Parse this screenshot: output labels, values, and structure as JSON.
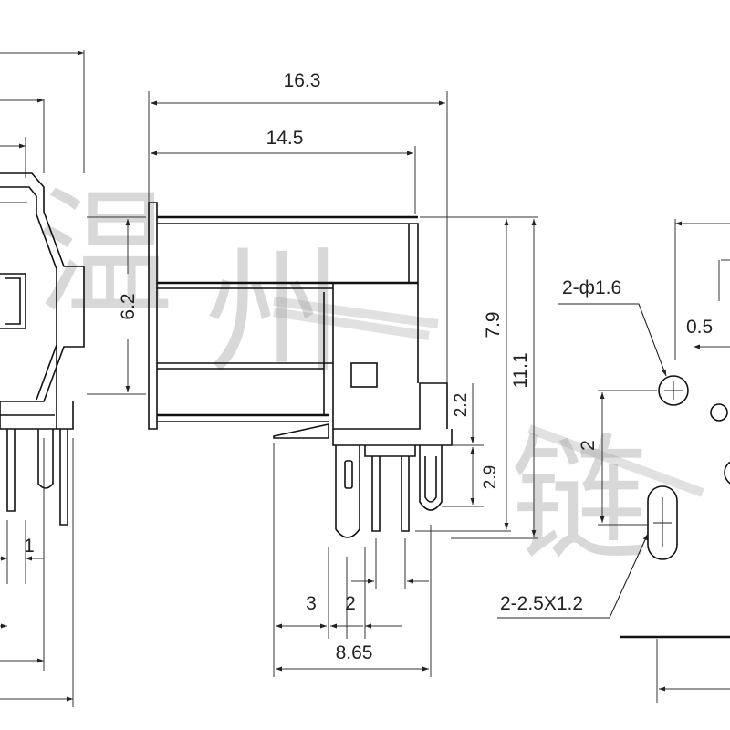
{
  "dimensions": {
    "overall_length": "16.3",
    "body_length": "14.5",
    "body_height_left": "6.2",
    "height_7_9": "7.9",
    "total_height": "11.1",
    "pin_offset_2_2": "2.2",
    "pin_length": "2.9",
    "pitch_3": "3",
    "pitch_2": "2",
    "pin_span": "8.65",
    "left_pitch": "1",
    "pad_spacing": "2",
    "pad_offset": "0.5"
  },
  "callouts": {
    "round_holes": "2-ф1.6",
    "slot_holes": "2-2.5X1.2"
  },
  "watermark": {
    "chars": [
      "温",
      "州",
      "链"
    ],
    "color": "#9a9a9a"
  },
  "colors": {
    "line": "#111111",
    "background": "#ffffff"
  }
}
